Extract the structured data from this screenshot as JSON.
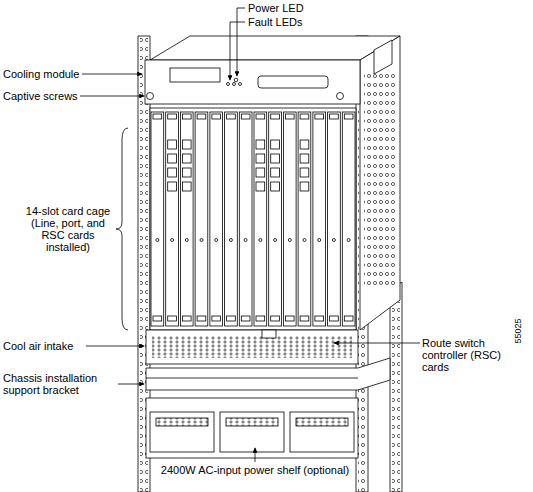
{
  "diagram": {
    "labels": [
      "Power LED",
      "Fault LEDs",
      "Cooling module",
      "Captive screws",
      "14-slot card cage (Line, port, and RSC cards installed)",
      "Cool air intake",
      "Route switch controller (RSC) cards",
      "Chassis installation support bracket",
      "2400W AC-input power shelf (optional)",
      "55025"
    ]
  }
}
